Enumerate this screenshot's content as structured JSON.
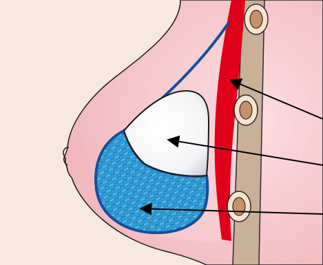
{
  "colors": {
    "background": "#f8e9de",
    "skin": "#f5c3c6",
    "skin_outline": "#1a1a1a",
    "chest_wall": "#f2b8bd",
    "muscle": "#e1001a",
    "rib": "#c9b198",
    "rib_inner": "#c7916a",
    "rib_ring": "#f7e3cf",
    "implant": "#ffffff",
    "mesh": "#2f9bd3",
    "mesh_line": "#6fc6ee",
    "line_blue": "#144e9c",
    "arrow": "#000000"
  },
  "structures": [
    "pectoral-muscle",
    "breast-implant",
    "mesh-sling",
    "rib-column"
  ],
  "arrows": [
    {
      "target": "pectoral-muscle"
    },
    {
      "target": "breast-implant"
    },
    {
      "target": "mesh-sling"
    }
  ]
}
